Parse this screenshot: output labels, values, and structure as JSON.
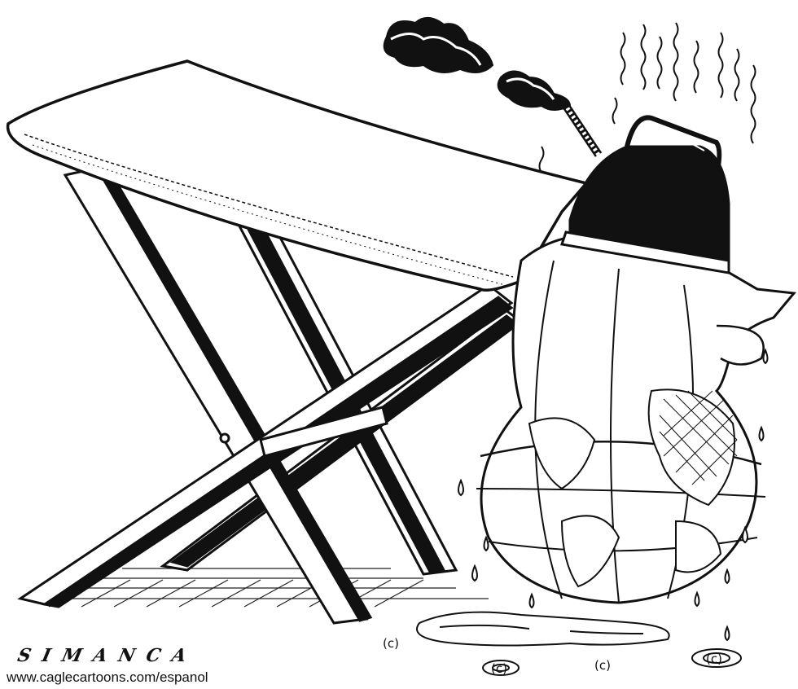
{
  "cartoon": {
    "signature": "SIMANCA",
    "credit_url": "www.caglecartoons.com/espanol",
    "copyright_marks": [
      "(c)",
      "(c)",
      "(c)",
      "(c)"
    ]
  }
}
